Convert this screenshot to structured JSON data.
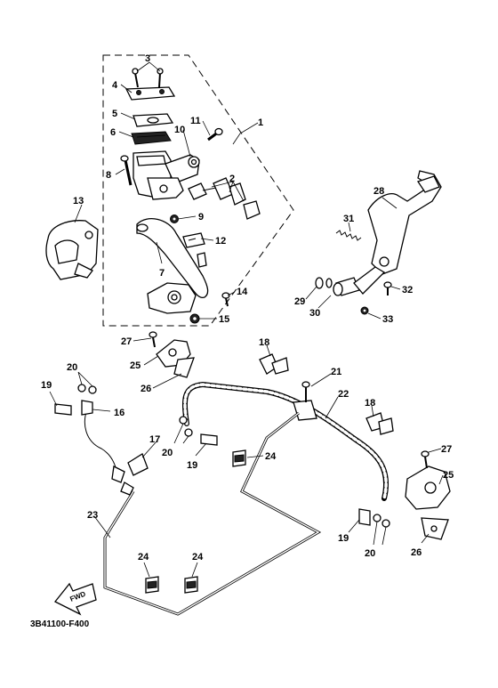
{
  "diagram": {
    "code": "3B41100-F400",
    "fwd_label": "FWD",
    "callouts": {
      "c1": "1",
      "c2": "2",
      "c3": "3",
      "c4": "4",
      "c5": "5",
      "c6": "6",
      "c7": "7",
      "c8": "8",
      "c9": "9",
      "c10": "10",
      "c11": "11",
      "c12": "12",
      "c13": "13",
      "c14": "14",
      "c15": "15",
      "c16": "16",
      "c17": "17",
      "c18a": "18",
      "c18b": "18",
      "c19a": "19",
      "c19b": "19",
      "c19c": "19",
      "c20a": "20",
      "c20b": "20",
      "c20c": "20",
      "c21": "21",
      "c22": "22",
      "c23": "23",
      "c24a": "24",
      "c24b": "24",
      "c24c": "24",
      "c25a": "25",
      "c25b": "25",
      "c26a": "26",
      "c26b": "26",
      "c27a": "27",
      "c27b": "27",
      "c28": "28",
      "c29": "29",
      "c30": "30",
      "c31": "31",
      "c32": "32",
      "c33": "33"
    }
  }
}
